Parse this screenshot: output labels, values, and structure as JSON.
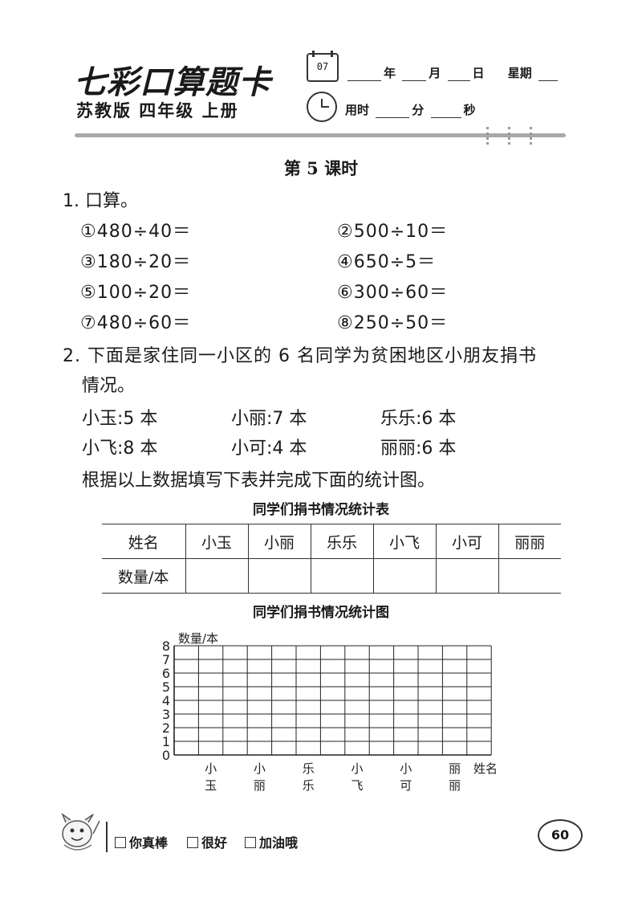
{
  "header": {
    "brand": "七彩口算题卡",
    "edition": "苏教版  四年级  上册",
    "calendar_number": "07",
    "date_labels": [
      "年",
      "月",
      "日",
      "星期"
    ],
    "time_label": "用时",
    "time_units": [
      "分",
      "秒"
    ]
  },
  "lesson_title": "第 5 课时",
  "q1": {
    "heading": "1. 口算。",
    "problems": [
      "①480÷40＝",
      "②500÷10＝",
      "③180÷20＝",
      "④650÷5＝",
      "⑤100÷20＝",
      "⑥300÷60＝",
      "⑦480÷60＝",
      "⑧250÷50＝"
    ]
  },
  "q2": {
    "line1": "2. 下面是家住同一小区的 6 名同学为贫困地区小朋友捐书",
    "line2": "情况。",
    "donations": [
      "小玉:5 本",
      "小丽:7 本",
      "乐乐:6 本",
      "小飞:8 本",
      "小可:4 本",
      "丽丽:6 本"
    ],
    "instruction": "根据以上数据填写下表并完成下面的统计图。"
  },
  "table": {
    "title": "同学们捐书情况统计表",
    "row_headers": [
      "姓名",
      "数量/本"
    ],
    "names": [
      "小玉",
      "小丽",
      "乐乐",
      "小飞",
      "小可",
      "丽丽"
    ]
  },
  "chart_data": {
    "type": "bar",
    "title": "同学们捐书情况统计图",
    "ylabel": "数量/本",
    "xlabel": "姓名",
    "categories": [
      "小玉",
      "小丽",
      "乐乐",
      "小飞",
      "小可",
      "丽丽"
    ],
    "category_chars": [
      [
        "小",
        "玉"
      ],
      [
        "小",
        "丽"
      ],
      [
        "乐",
        "乐"
      ],
      [
        "小",
        "飞"
      ],
      [
        "小",
        "可"
      ],
      [
        "丽",
        "丽"
      ]
    ],
    "yticks": [
      "0",
      "1",
      "2",
      "3",
      "4",
      "5",
      "6",
      "7",
      "8"
    ],
    "ylim": [
      0,
      8
    ],
    "values": [],
    "grid": true
  },
  "footer": {
    "ratings": [
      "你真棒",
      "很好",
      "加油哦"
    ],
    "page_number": "60"
  }
}
